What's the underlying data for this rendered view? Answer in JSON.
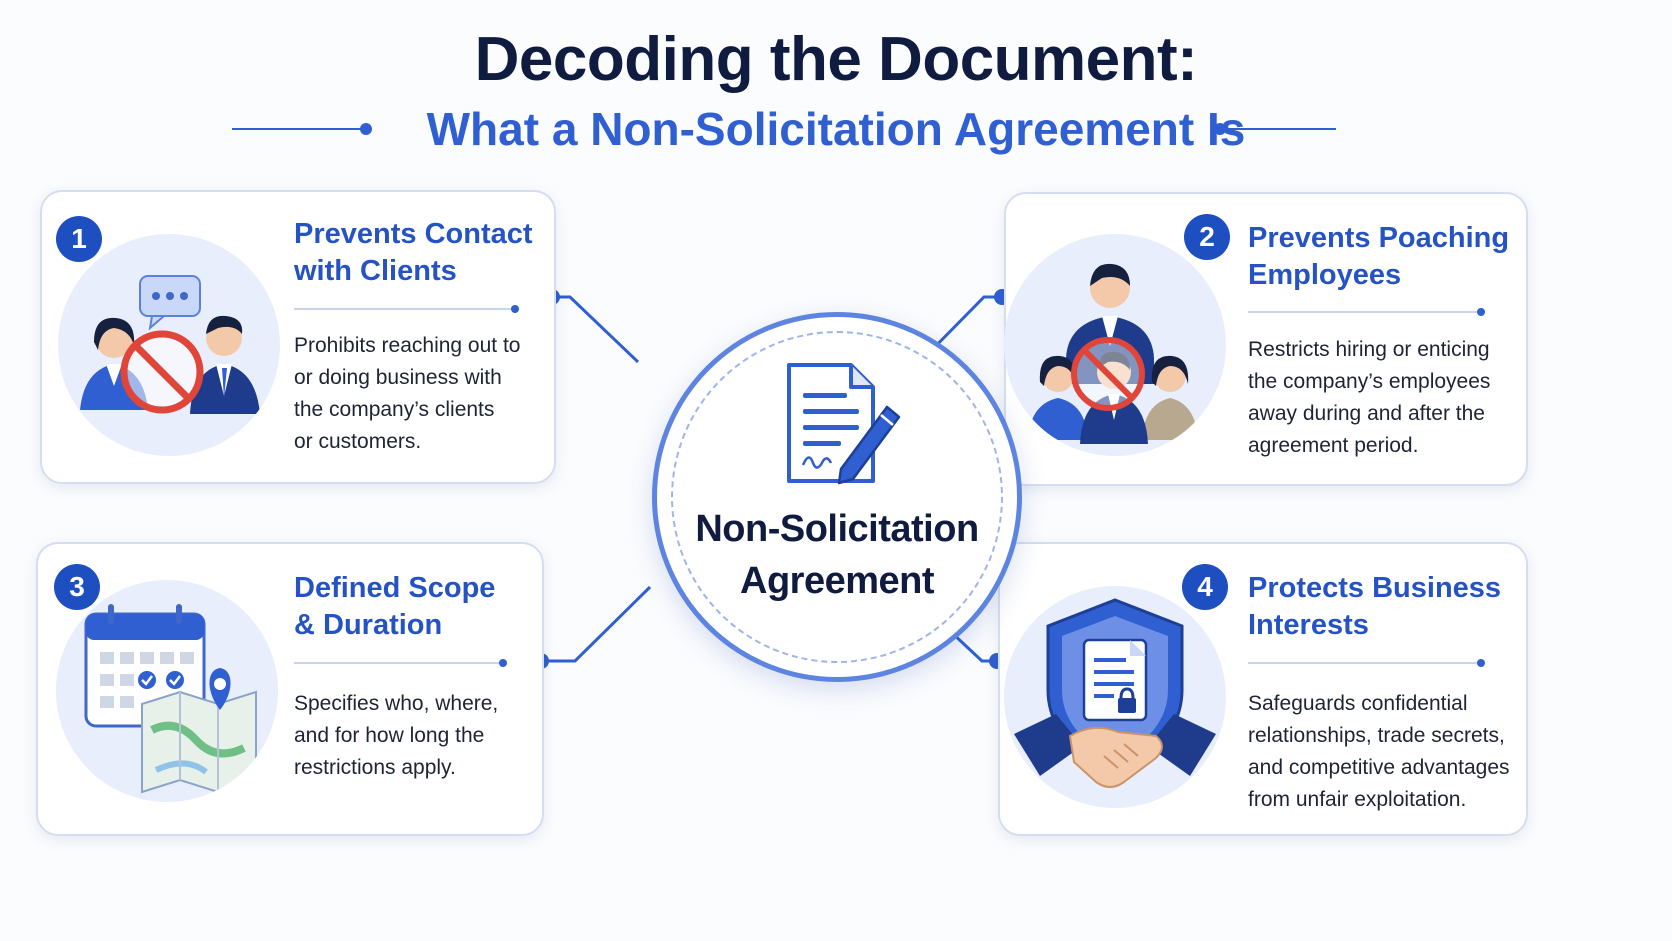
{
  "header": {
    "title": "Decoding the Document:",
    "subtitle": "What a Non-Solicitation Agreement Is"
  },
  "center": {
    "label_line1": "Non-Solicitation",
    "label_line2": "Agreement",
    "icon": "signed-document-icon"
  },
  "cards": [
    {
      "number": "1",
      "title_line1": "Prevents Contact",
      "title_line2": "with Clients",
      "desc": [
        "Prohibits reaching out to",
        "or doing business with",
        "the company’s clients",
        "or customers."
      ],
      "icon": "no-client-contact-icon"
    },
    {
      "number": "2",
      "title_line1": "Prevents Poaching",
      "title_line2": "Employees",
      "desc": [
        "Restricts hiring or enticing",
        "the company’s employees",
        "away during and after the",
        "agreement period."
      ],
      "icon": "no-employee-poaching-icon"
    },
    {
      "number": "3",
      "title_line1": "Defined Scope",
      "title_line2": "& Duration",
      "desc": [
        "Specifies who, where,",
        "and for how long the",
        "restrictions apply."
      ],
      "icon": "calendar-map-icon"
    },
    {
      "number": "4",
      "title_line1": "Protects Business",
      "title_line2": "Interests",
      "desc": [
        "Safeguards confidential",
        "relationships, trade secrets,",
        "and competitive advantages",
        "from unfair exploitation."
      ],
      "icon": "shield-handshake-icon"
    }
  ],
  "colors": {
    "title": "#0f1c3f",
    "accent": "#2f5fd0",
    "card_title": "#2553c4",
    "badge": "#1e4fc0",
    "prohibit": "#e0453a"
  }
}
